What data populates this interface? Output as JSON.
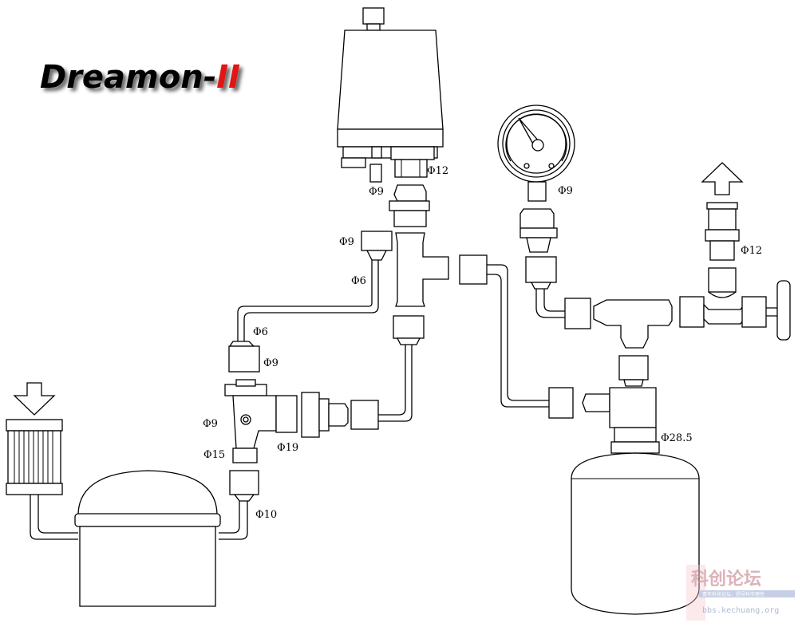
{
  "title": {
    "prefix": "Dreamon-",
    "suffix": "II",
    "prefix_color": "#000000",
    "suffix_color": "#e01818"
  },
  "labels": {
    "pressure_switch_port_small": "Φ9",
    "pressure_switch_port_large": "Φ12",
    "gauge_port": "Φ9",
    "outlet_fitting": "Φ12",
    "tee_left_nut": "Φ9",
    "tube_upper": "Φ6",
    "tube_lower": "Φ6",
    "lower_left_nut": "Φ9",
    "check_valve_left": "Φ9",
    "check_valve_right": "Φ19",
    "compressor_stub": "Φ15",
    "compressor_nut": "Φ10",
    "tank_port": "Φ28.5"
  },
  "watermark": {
    "site_cn": "科创论坛",
    "url": "bbs.kechuang.org",
    "tagline": "青年科技论坛，倡导科学理性"
  },
  "icons": [
    "inlet-arrow-icon",
    "outlet-arrow-icon",
    "pressure-gauge-icon"
  ]
}
